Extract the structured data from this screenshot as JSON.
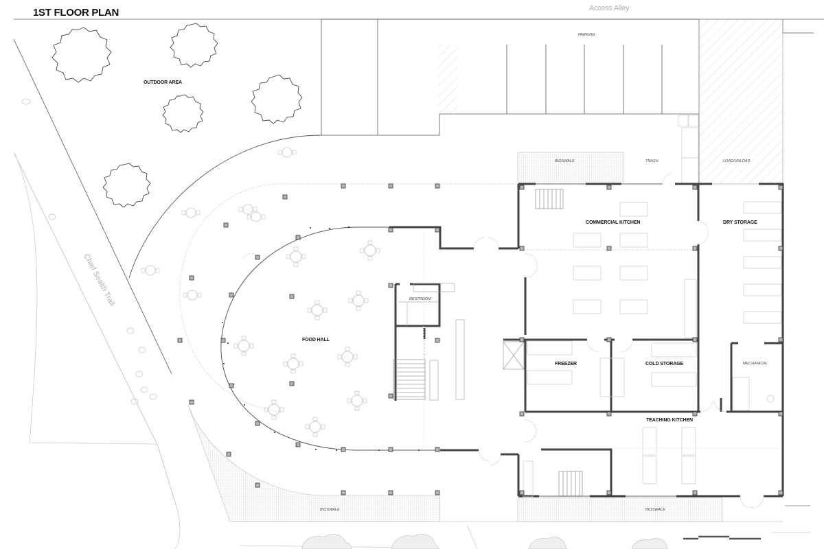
{
  "title": "1ST FLOOR PLAN",
  "streets": {
    "top": "Access Alley",
    "left": "Chief Sealth Trail"
  },
  "site_areas": {
    "outdoor": "OUTDOOR AREA",
    "parking": "PARKING",
    "bioswale_top": "BIOSWALE",
    "trash": "TRASH",
    "load_unload": "LOAD/UNLOAD",
    "bioswale_bottom_left": "BIOSWALE",
    "bioswale_bottom_right": "BIOSWALE"
  },
  "rooms": {
    "food_hall": "FOOD HALL",
    "restroom": "RESTROOM",
    "commercial_kitchen": "COMMERCIAL KITCHEN",
    "dry_storage": "DRY STORAGE",
    "freezer": "FREEZER",
    "cold_storage": "COLD STORAGE",
    "mechanical": "MECHANICAL",
    "teaching_kitchen": "TEACHING KITCHEN"
  },
  "colors": {
    "wall": "#555555",
    "wall_fill": "#9a9a9a",
    "line": "#444444",
    "light_line": "#c8c8c8",
    "hatch": "#d8d8d8",
    "label": "#111111",
    "street_label": "#b0b0b0"
  }
}
